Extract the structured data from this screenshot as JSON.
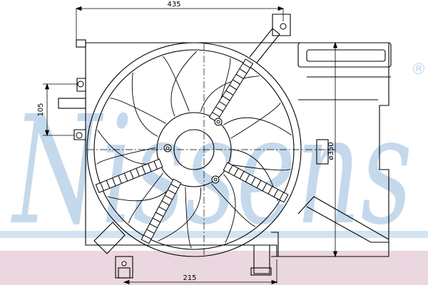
{
  "watermark": {
    "brand_text": "Nissens",
    "registered_mark": "®",
    "brand_color": "#c5d9ec",
    "band_color": "#ebd7df"
  },
  "dimensions": {
    "overall_width": "435",
    "mount_height": "105",
    "fan_diameter": "ø350",
    "lower_span": "215"
  },
  "colors": {
    "line": "#000000",
    "background": "#ffffff"
  }
}
